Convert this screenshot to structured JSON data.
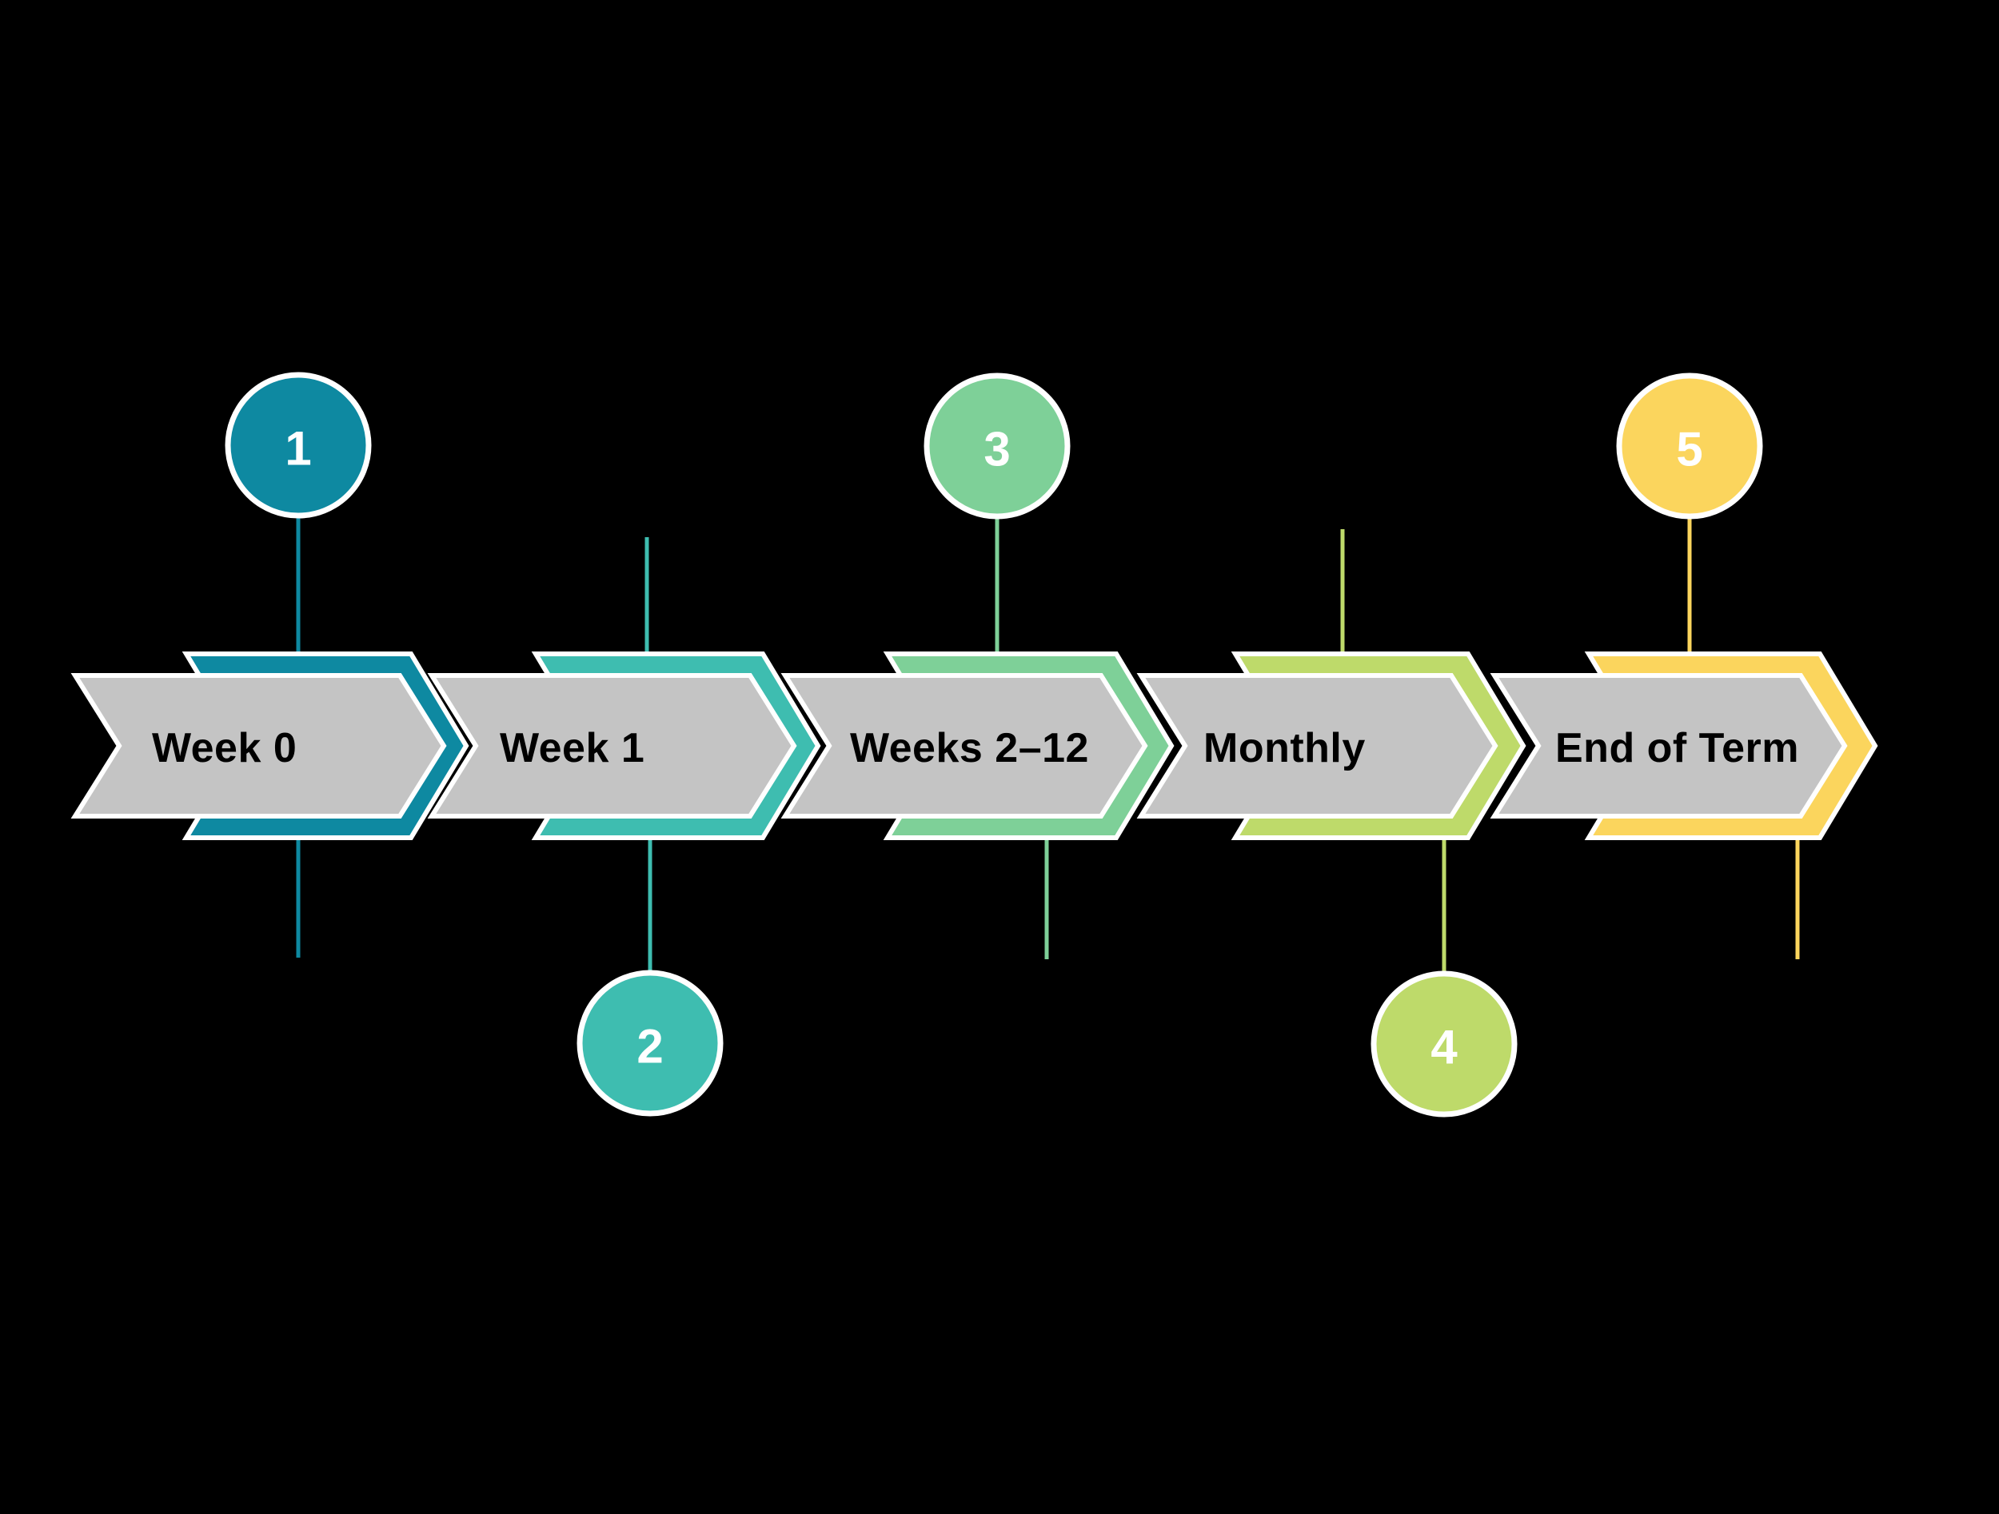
{
  "infographic": {
    "background_color": "#000000",
    "arrow_fill_color": "#C4C4C4",
    "outline_color": "#FFFFFF",
    "label_color": "#000000",
    "number_color": "#FFFFFF",
    "steps": [
      {
        "number": "1",
        "label": "Week 0",
        "color": "#0E89A1",
        "circle_position": "above"
      },
      {
        "number": "2",
        "label": "Week 1",
        "color": "#3EBDB0",
        "circle_position": "below"
      },
      {
        "number": "3",
        "label": "Weeks 2–12",
        "color": "#7ED098",
        "circle_position": "above"
      },
      {
        "number": "4",
        "label": "Monthly",
        "color": "#BEDA6A",
        "circle_position": "below"
      },
      {
        "number": "5",
        "label": "End of Term",
        "color": "#FBD55D",
        "circle_position": "above"
      }
    ]
  }
}
